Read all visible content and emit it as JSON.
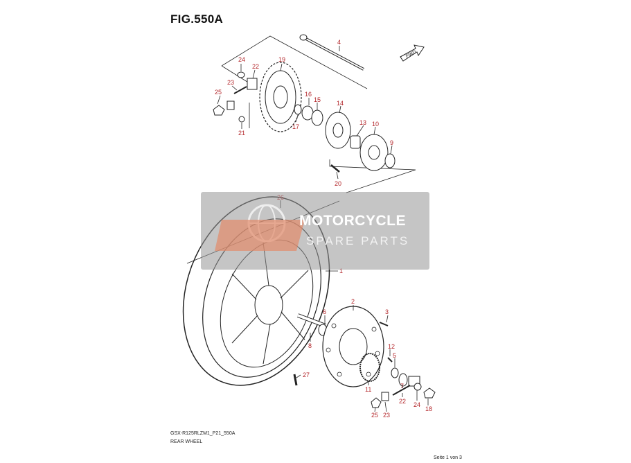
{
  "figure": {
    "title": "FIG.550A"
  },
  "footer": {
    "code": "GSX-R125RLZM1_P21_550A",
    "name": "REAR WHEEL",
    "page": "Seite 1 von 3"
  },
  "fwd_label": "FWD",
  "callouts": {
    "c1": "1",
    "c2": "2",
    "c3": "3",
    "c4": "4",
    "c5": "5",
    "c6": "6",
    "c7": "7",
    "c8": "8",
    "c9": "9",
    "c10": "10",
    "c11": "11",
    "c12": "12",
    "c13": "13",
    "c14": "14",
    "c15": "15",
    "c16": "16",
    "c17": "17",
    "c18": "18",
    "c19": "19",
    "c20": "20",
    "c21": "21",
    "c22a": "22",
    "c22b": "22",
    "c23a": "23",
    "c23b": "23",
    "c24a": "24",
    "c24b": "24",
    "c25a": "25",
    "c25b": "25",
    "c26": "26",
    "c27": "27"
  },
  "watermark": {
    "line1": "MOTORCYCLE",
    "line2": "SPARE PARTS"
  },
  "colors": {
    "callout": "#b3262a",
    "watermark": "#969696"
  }
}
